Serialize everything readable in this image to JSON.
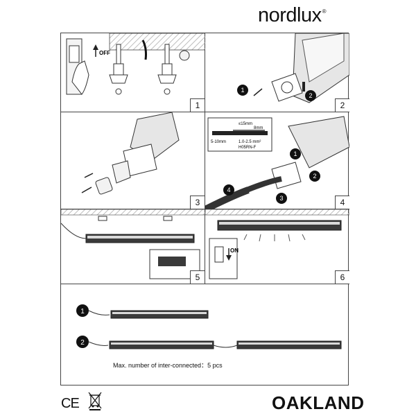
{
  "brand": {
    "name": "nordlux",
    "mark": "®"
  },
  "product_name": "OAKLAND",
  "certification": {
    "ce_mark": "CE"
  },
  "steps": [
    {
      "number": "1",
      "switch_label": "OFF"
    },
    {
      "number": "2",
      "callouts": [
        "1",
        "2"
      ]
    },
    {
      "number": "3"
    },
    {
      "number": "4",
      "cable_spec": {
        "strip_length": "≤15mm",
        "wire_strip": "8mm",
        "outer_strip": "5-10mm",
        "cross_section": "1.0-2.5 mm²",
        "cable_type": "H05RN-F"
      },
      "callouts": [
        "1",
        "2",
        "3",
        "4"
      ]
    },
    {
      "number": "5"
    },
    {
      "number": "6",
      "switch_label": "ON"
    }
  ],
  "connection": {
    "options": [
      {
        "label": "1"
      },
      {
        "label": "2"
      }
    ],
    "note": "Max. number of inter-connected：5 pcs"
  },
  "colors": {
    "line": "#222222",
    "fixture_dark": "#3a3a3a",
    "fixture_light": "#d9d9d9",
    "hatch": "#cfcfcf"
  }
}
